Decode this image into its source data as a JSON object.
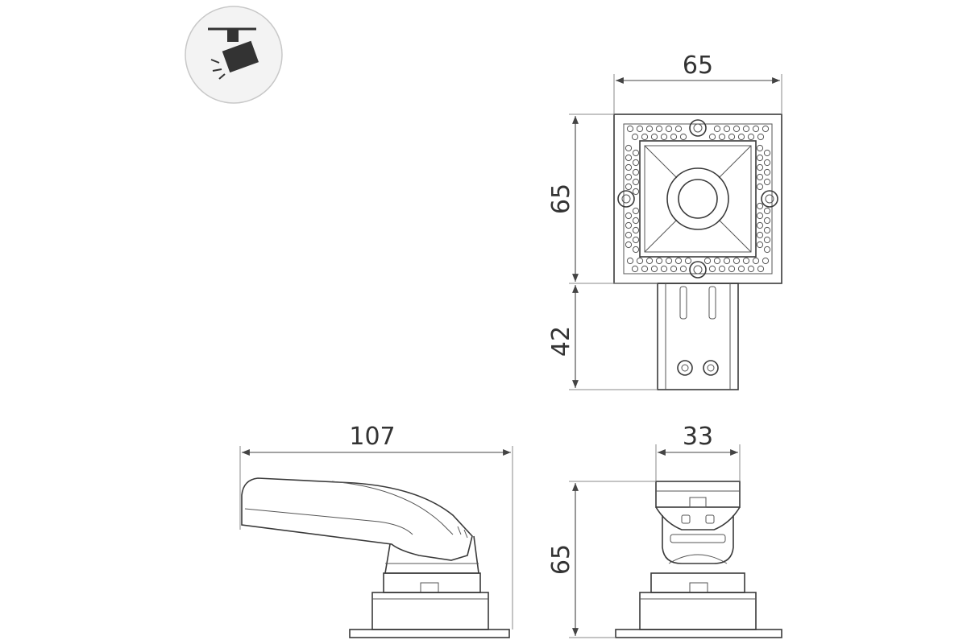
{
  "icon": {
    "name": "spotlight-icon"
  },
  "dimensions": {
    "top_width": "65",
    "top_height": "65",
    "bracket_height": "42",
    "side_length": "107",
    "front_width": "33",
    "front_height": "65"
  },
  "colors": {
    "stroke": "#3a3a3a",
    "badge_fill": "#f3f3f3",
    "background": "#ffffff"
  }
}
